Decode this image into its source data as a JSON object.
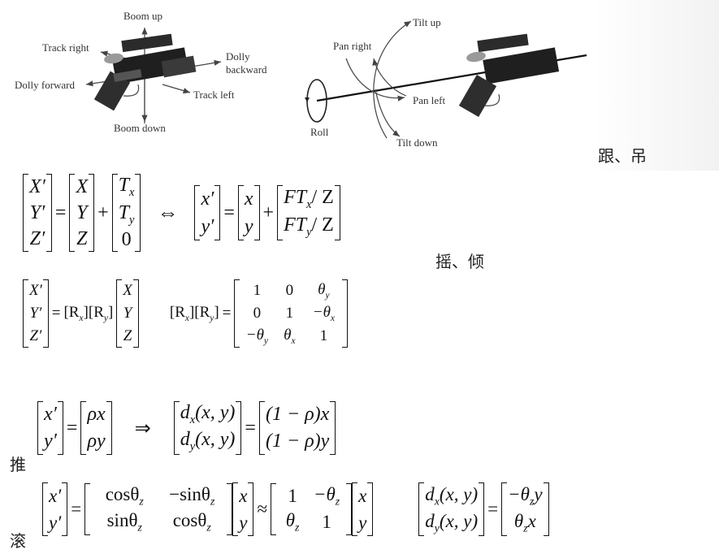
{
  "diagram1": {
    "labels": {
      "boom_up": "Boom up",
      "track_right": "Track right",
      "dolly_backward_1": "Dolly",
      "dolly_backward_2": "backward",
      "dolly_forward": "Dolly forward",
      "track_left": "Track left",
      "boom_down": "Boom down"
    }
  },
  "diagram2": {
    "labels": {
      "tilt_up": "Tilt up",
      "pan_right": "Pan right",
      "pan_left": "Pan left",
      "roll": "Roll",
      "tilt_down": "Tilt down"
    }
  },
  "notes": {
    "track_boom": "跟、吊",
    "pan_tilt": "摇、倾",
    "zoom": "推",
    "roll": "滚"
  },
  "eq1": {
    "lhs": [
      "X′",
      "Y′",
      "Z′"
    ],
    "a": [
      "X",
      "Y",
      "Z"
    ],
    "t": [
      "T",
      "T",
      "0"
    ],
    "tsub": [
      "x",
      "y",
      ""
    ],
    "iff": "⇔",
    "lhs2": [
      "x′",
      "y′"
    ],
    "b": [
      "x",
      "y"
    ],
    "f": [
      "FT",
      "FT"
    ],
    "fsub": [
      "x",
      "y"
    ],
    "fz": [
      "/ Z",
      "/ Z"
    ]
  },
  "eq2": {
    "lhs": [
      "X′",
      "Y′",
      "Z′"
    ],
    "rx": "[R",
    "rxsub": "x",
    "ry": "][R",
    "rysub": "y",
    "rclose": "]",
    "rhs": [
      "X",
      "Y",
      "Z"
    ],
    "m": [
      "1",
      "0",
      "θ",
      "0",
      "1",
      "−θ",
      "−θ",
      "θ",
      "1"
    ],
    "msub": [
      "",
      "",
      "y",
      "",
      "",
      "x",
      "y",
      "x",
      ""
    ]
  },
  "eq3": {
    "lhs": [
      "x′",
      "y′"
    ],
    "rho": [
      "ρx",
      "ρy"
    ],
    "imp": "⇒",
    "d": [
      "d",
      "d"
    ],
    "dsub": [
      "x",
      "y"
    ],
    "darg": [
      "(x, y)",
      "(x, y)"
    ],
    "r": [
      "(1 − ρ)x",
      "(1 − ρ)y"
    ]
  },
  "eq4": {
    "lhs": [
      "x′",
      "y′"
    ],
    "rot": [
      "cosθ",
      "−sinθ",
      "sinθ",
      "cosθ"
    ],
    "v": [
      "x",
      "y"
    ],
    "approx": "≈",
    "sm": [
      "1",
      "−θ",
      "θ",
      "1"
    ],
    "smsub": [
      "",
      "z",
      "z",
      ""
    ],
    "v2": [
      "x",
      "y"
    ],
    "d": [
      "d",
      "d"
    ],
    "dsub": [
      "x",
      "y"
    ],
    "darg": [
      "(x, y)",
      "(x, y)"
    ],
    "r": [
      "−θ",
      "θ"
    ],
    "rsub": [
      "z",
      "z"
    ],
    "rvar": [
      "y",
      "x"
    ]
  }
}
